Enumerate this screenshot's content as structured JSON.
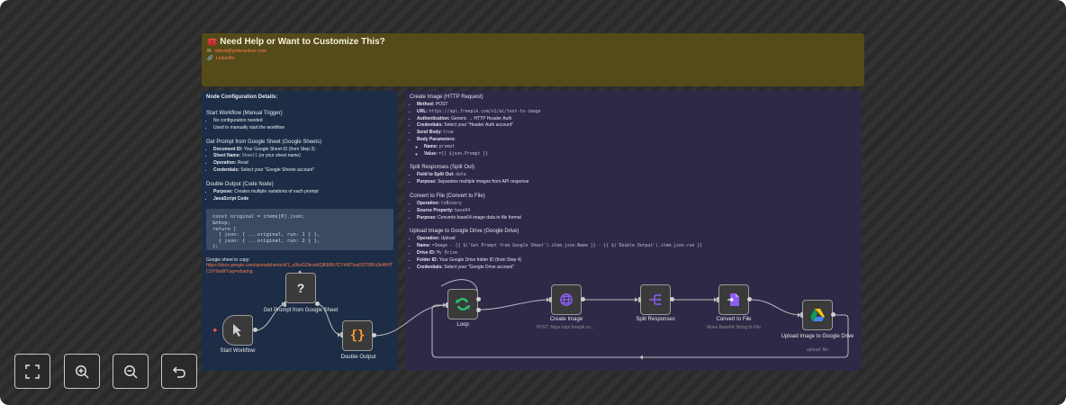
{
  "help_note": {
    "title": "Need Help or Want to Customize This?",
    "email": "robert@ynteractive.com",
    "linkedin": "LinkedIn"
  },
  "config_note": {
    "header": "Node Configuration Details:",
    "start_title": "Start Workflow (Manual Trigger)",
    "start_items": [
      "No configuration needed",
      "Used to manually start the workflow"
    ],
    "gsheet_title": "Get Prompt from Google Sheet (Google Sheets)",
    "gsheet_items": [
      {
        "label": "Document ID:",
        "value": "Your Google Sheet ID (from Step 3)"
      },
      {
        "label": "Sheet Name:",
        "code": "Sheet1",
        "value": "(or your sheet name)"
      },
      {
        "label": "Operation:",
        "value": "Read"
      },
      {
        "label": "Credentials:",
        "value": "Select your \"Google Sheets account\""
      }
    ],
    "double_title": "Double Output (Code Node)",
    "double_items": [
      {
        "label": "Purpose:",
        "value": "Creates multiple variations of each prompt"
      },
      {
        "label": "JavaScript Code",
        "value": ""
      }
    ],
    "code": "const original = items[0].json;\n&nbsp;\nreturn [\n  { json: { ...original, run: 1 } },\n  { json: { ...original, run: 2 } },\n];",
    "sheet_label": "Google sheet to copy:",
    "sheet_url": "https://docs.google.com/spreadsheets/d/1_u0ksG2lbcwKQ8i5Rh7CYhM7IxaDST58Fx3nWHTCUYI/edit?usp=sharing"
  },
  "api_note": {
    "create_title": "Create Image (HTTP Request)",
    "create_items": [
      {
        "label": "Method:",
        "value": "POST",
        "sub": false
      },
      {
        "label": "URL:",
        "code": "https://api.freepik.com/v1/ai/text-to-image",
        "sub": false
      },
      {
        "label": "Authentication:",
        "value": "Generic → HTTP Header Auth",
        "sub": false
      },
      {
        "label": "Credentials:",
        "value": "Select your \"Header Auth account\"",
        "sub": false
      },
      {
        "label": "Send Body:",
        "code": "true",
        "sub": false
      },
      {
        "label": "Body Parameters:",
        "value": "",
        "sub": false
      },
      {
        "label": "Name:",
        "code": "prompt",
        "sub": true
      },
      {
        "label": "Value:",
        "code": "={{ $json.Prompt }}",
        "sub": true
      }
    ],
    "split_title": "Split Responses (Split Out)",
    "split_items": [
      {
        "label": "Field to Split Out:",
        "code": "data"
      },
      {
        "label": "Purpose:",
        "value": "Separates multiple images from API response"
      }
    ],
    "convert_title": "Convert to File (Convert to File)",
    "convert_items": [
      {
        "label": "Operation:",
        "code": "toBinary"
      },
      {
        "label": "Source Property:",
        "code": "base64"
      },
      {
        "label": "Purpose:",
        "value": "Converts base64 image data to file format"
      }
    ],
    "upload_title": "Upload Image to Google Drive (Google Drive)",
    "upload_items": [
      {
        "label": "Operation:",
        "value": "Upload"
      },
      {
        "label": "Name:",
        "code": "=Image - {{ $('Get Prompt from Google Sheet').item.json.Name }} - {{ $('Double Output').item.json.run }}"
      },
      {
        "label": "Drive ID:",
        "code": "My Drive"
      },
      {
        "label": "Folder ID:",
        "value": "Your Google Drive folder ID (from Step 4)"
      },
      {
        "label": "Credentials:",
        "value": "Select your \"Google Drive account\""
      }
    ]
  },
  "nodes": {
    "start": {
      "label": "Start Workflow"
    },
    "gsheet": {
      "label": "Get Prompt from Google Sheet",
      "icon": "?"
    },
    "double": {
      "label": "Double Output",
      "icon": "{}"
    },
    "loop": {
      "label": "Loop"
    },
    "create": {
      "label": "Create Image",
      "sub": "POST: https://api.freepik.co..."
    },
    "split": {
      "label": "Split Responses"
    },
    "convert": {
      "label": "Convert to File",
      "sub": "Move Base64 String to File"
    },
    "upload": {
      "label": "Upload Image to Google Drive",
      "sub": "upload: file"
    }
  },
  "colors": {
    "help_note_bg": "#544a1a",
    "config_note_bg": "#1d2d45",
    "api_note_bg": "#2d2947",
    "link": "#ff7a4d",
    "loop_green": "#2fbf71",
    "purple_icon": "#8b5cf6",
    "code_orange": "#ff9b2f"
  },
  "controls": {
    "fit": "fit-view-icon",
    "zoom_in": "zoom-in-icon",
    "zoom_out": "zoom-out-icon",
    "undo": "undo-icon"
  }
}
